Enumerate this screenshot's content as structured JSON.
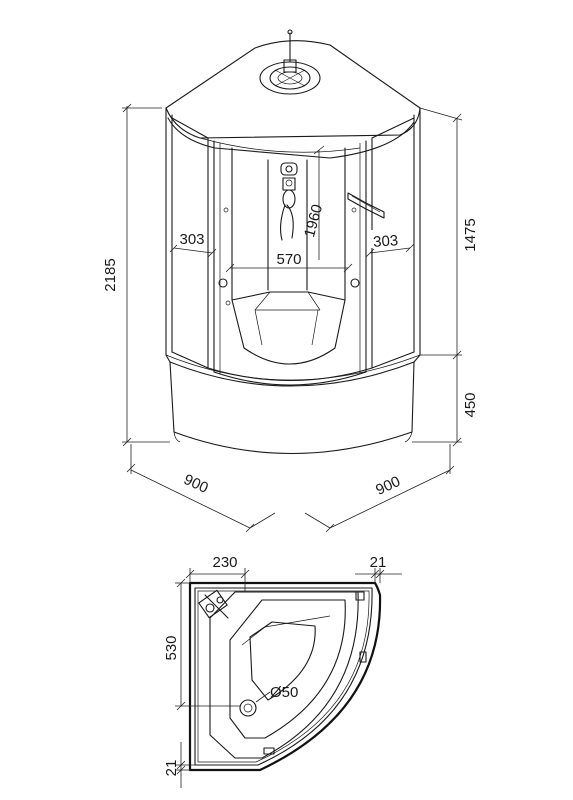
{
  "front_view": {
    "dim_total_height": "2185",
    "dim_glass_height": "1960",
    "dim_front_opening": "570",
    "dim_left_panel": "303",
    "dim_right_panel": "303",
    "dim_upper_section": "1475",
    "dim_tray_height": "450",
    "dim_left_depth": "900",
    "dim_right_depth": "900"
  },
  "top_view": {
    "dim_corner_width": "230",
    "dim_edge_offset": "21",
    "dim_side_depth": "530",
    "dim_bottom_offset": "21",
    "dim_drain_diameter": "Ø50"
  }
}
